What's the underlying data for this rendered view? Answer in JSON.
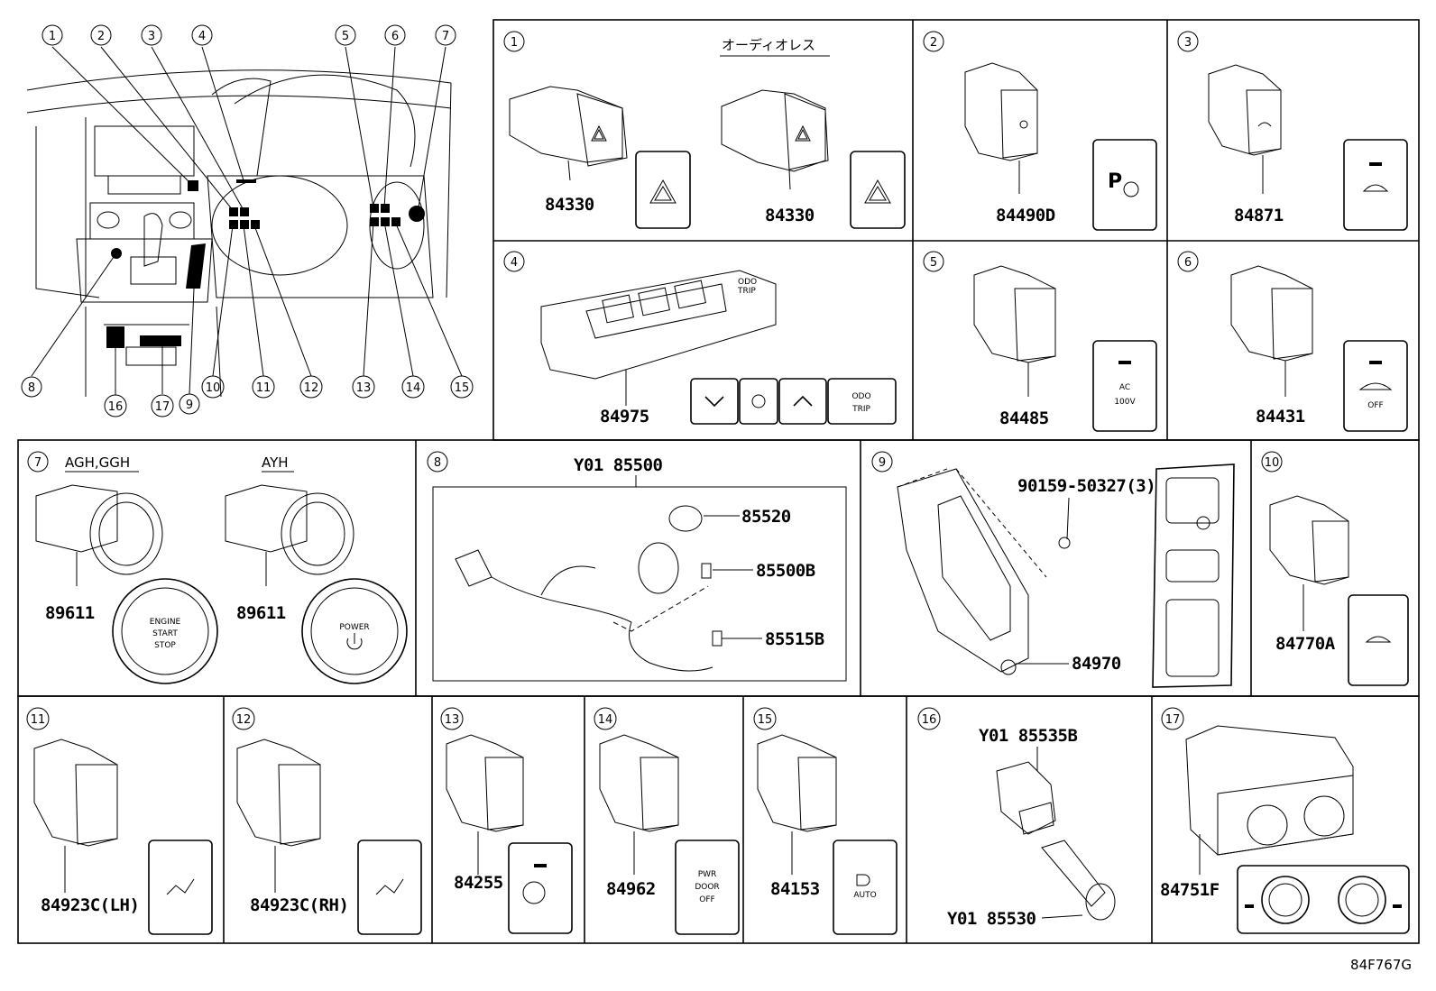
{
  "diagram_code": "84F767G",
  "overview": {
    "callouts": [
      "1",
      "2",
      "3",
      "4",
      "5",
      "6",
      "7",
      "8",
      "9",
      "10",
      "11",
      "12",
      "13",
      "14",
      "15",
      "16",
      "17"
    ]
  },
  "panels": [
    {
      "num": "1",
      "title": "オーディオレス",
      "parts": [
        "84330",
        "84330"
      ]
    },
    {
      "num": "2",
      "parts": [
        "84490D"
      ]
    },
    {
      "num": "3",
      "parts": [
        "84871"
      ]
    },
    {
      "num": "4",
      "parts": [
        "84975"
      ],
      "labels": [
        "ODO",
        "TRIP",
        "ODO",
        "TRIP"
      ]
    },
    {
      "num": "5",
      "parts": [
        "84485"
      ],
      "labels": [
        "AC",
        "100V"
      ]
    },
    {
      "num": "6",
      "parts": [
        "84431"
      ],
      "labels": [
        "OFF"
      ]
    },
    {
      "num": "7",
      "variants": [
        "AGH,GGH",
        "AYH"
      ],
      "parts": [
        "89611",
        "89611"
      ],
      "labels": [
        "ENGINE",
        "START",
        "STOP",
        "POWER"
      ]
    },
    {
      "num": "8",
      "parts": [
        "Y01 85500",
        "85520",
        "85500B",
        "85515B"
      ]
    },
    {
      "num": "9",
      "parts": [
        "90159-50327(3)",
        "84970"
      ]
    },
    {
      "num": "10",
      "parts": [
        "84770A"
      ]
    },
    {
      "num": "11",
      "parts": [
        "84923C(LH)"
      ]
    },
    {
      "num": "12",
      "parts": [
        "84923C(RH)"
      ]
    },
    {
      "num": "13",
      "parts": [
        "84255"
      ]
    },
    {
      "num": "14",
      "parts": [
        "84962"
      ],
      "labels": [
        "PWR",
        "DOOR",
        "OFF"
      ]
    },
    {
      "num": "15",
      "parts": [
        "84153"
      ],
      "labels": [
        "AUTO"
      ]
    },
    {
      "num": "16",
      "parts": [
        "Y01 85535B",
        "Y01 85530"
      ]
    },
    {
      "num": "17",
      "parts": [
        "84751F"
      ]
    }
  ]
}
